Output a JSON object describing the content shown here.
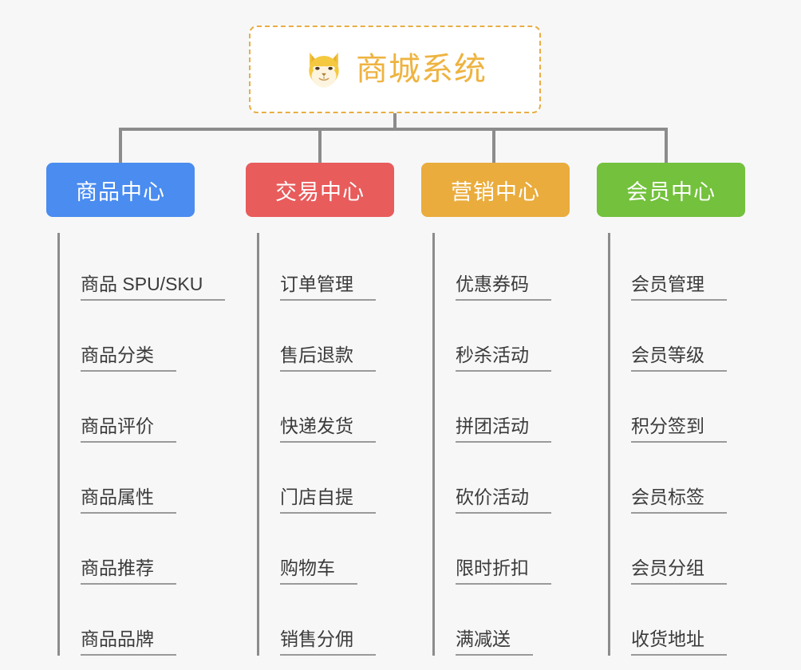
{
  "page": {
    "background_color": "#f7f7f7",
    "type": "mindmap"
  },
  "root": {
    "title": "商城系统",
    "icon": "shiba-dog-face-emoji",
    "text_color": "#eeb340",
    "border_color": "#e9ad44",
    "background_color": "#ffffff"
  },
  "connector": {
    "color": "#8c8c8c"
  },
  "branches": [
    {
      "label": "商品中心",
      "color": "#4a8cf0",
      "items": [
        "商品 SPU/SKU",
        "商品分类",
        "商品评价",
        "商品属性",
        "商品推荐",
        "商品品牌"
      ]
    },
    {
      "label": "交易中心",
      "color": "#e85c5c",
      "items": [
        "订单管理",
        "售后退款",
        "快递发货",
        "门店自提",
        "购物车",
        "销售分佣"
      ]
    },
    {
      "label": "营销中心",
      "color": "#eaac3c",
      "items": [
        "优惠券码",
        "秒杀活动",
        "拼团活动",
        "砍价活动",
        "限时折扣",
        "满减送"
      ]
    },
    {
      "label": "会员中心",
      "color": "#73c13c",
      "items": [
        "会员管理",
        "会员等级",
        "积分签到",
        "会员标签",
        "会员分组",
        "收货地址"
      ]
    }
  ]
}
